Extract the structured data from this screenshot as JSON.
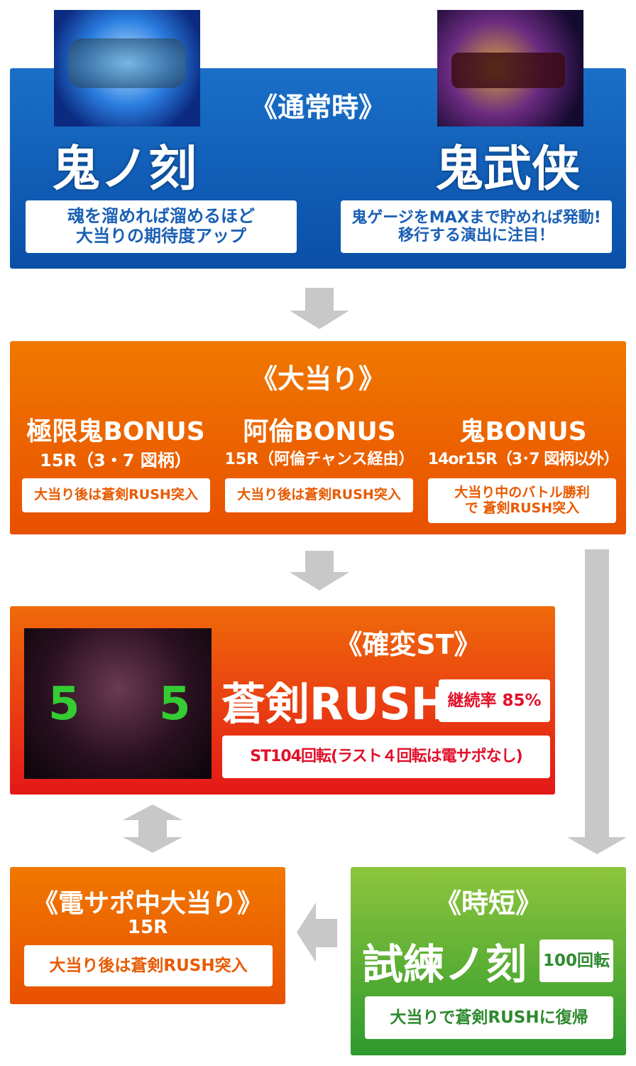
{
  "normal": {
    "title": "《通常時》",
    "left": {
      "name": "鬼ノ刻",
      "desc1": "魂を溜めれば溜めるほど",
      "desc2": "大当りの期待度アップ",
      "logo": "鬼ノ刻"
    },
    "right": {
      "name": "鬼武侠",
      "desc1": "鬼ゲージをMAXまで貯めれば発動!",
      "desc2": "移行する演出に注目！",
      "logo": "鬼武侠"
    }
  },
  "jackpot": {
    "title": "《大当り》",
    "columns": [
      {
        "name": "極限鬼BONUS",
        "rounds": "15R（3・7 図柄）",
        "note": "大当り後は蒼剣RUSH突入"
      },
      {
        "name": "阿倫BONUS",
        "rounds": "15R（阿倫チャンス経由）",
        "note": "大当り後は蒼剣RUSH突入"
      },
      {
        "name": "鬼BONUS",
        "rounds": "14or15R（3･7 図柄以外）",
        "note": "大当り中のバトル勝利で 蒼剣RUSH突入"
      }
    ]
  },
  "st": {
    "title": "《確変ST》",
    "name": "蒼剣RUSH",
    "rate": "継続率 85%",
    "desc": "ST104回転(ラスト４回転は電サポなし)"
  },
  "densapo": {
    "title": "《電サポ中大当り》",
    "rounds": "15R",
    "note": "大当り後は蒼剣RUSH突入"
  },
  "jitan": {
    "title": "《時短》",
    "name": "試練ノ刻",
    "spins": "100回転",
    "note": "大当りで蒼剣RUSHに復帰"
  },
  "colors": {
    "blue": "#0a4fa8",
    "orange": "#ea5a00",
    "red": "#e41818",
    "green": "#2e9a2e",
    "arrow": "#c8c8c8"
  }
}
